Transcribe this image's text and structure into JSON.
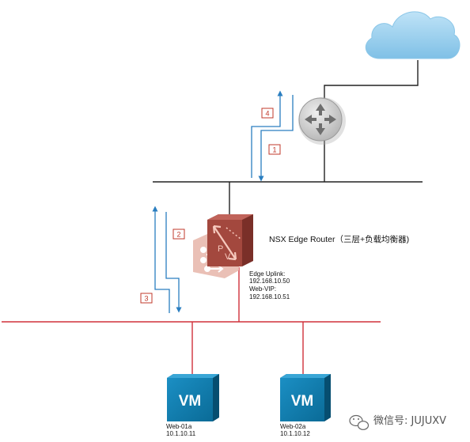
{
  "edge_router": {
    "title": "NSX Edge Router（三层+负载均衡器)",
    "uplink_label": "Edge Uplink:",
    "uplink_ip": "192.168.10.50",
    "vip_label": "Web-VIP:",
    "vip_ip": "192.168.10.51",
    "icon_letters": [
      "P",
      "V"
    ]
  },
  "steps": [
    "1",
    "2",
    "3",
    "4"
  ],
  "vms": [
    {
      "badge": "VM",
      "name": "Web-01a",
      "ip": "10.1.10.11"
    },
    {
      "badge": "VM",
      "name": "Web-02a",
      "ip": "10.1.10.12"
    }
  ],
  "watermark": {
    "text": "微信号: JUJUXV"
  },
  "colors": {
    "uplink_line": "#222222",
    "internal_line": "#d0303a",
    "flow_arrow": "#2a7ec0",
    "step_badge": "#c0392b",
    "vm_tile": "#0a77a8",
    "edge_icon": "#8f3e35",
    "lb_icon": "#e8b9ae",
    "cloud": "#9fd0ee"
  }
}
